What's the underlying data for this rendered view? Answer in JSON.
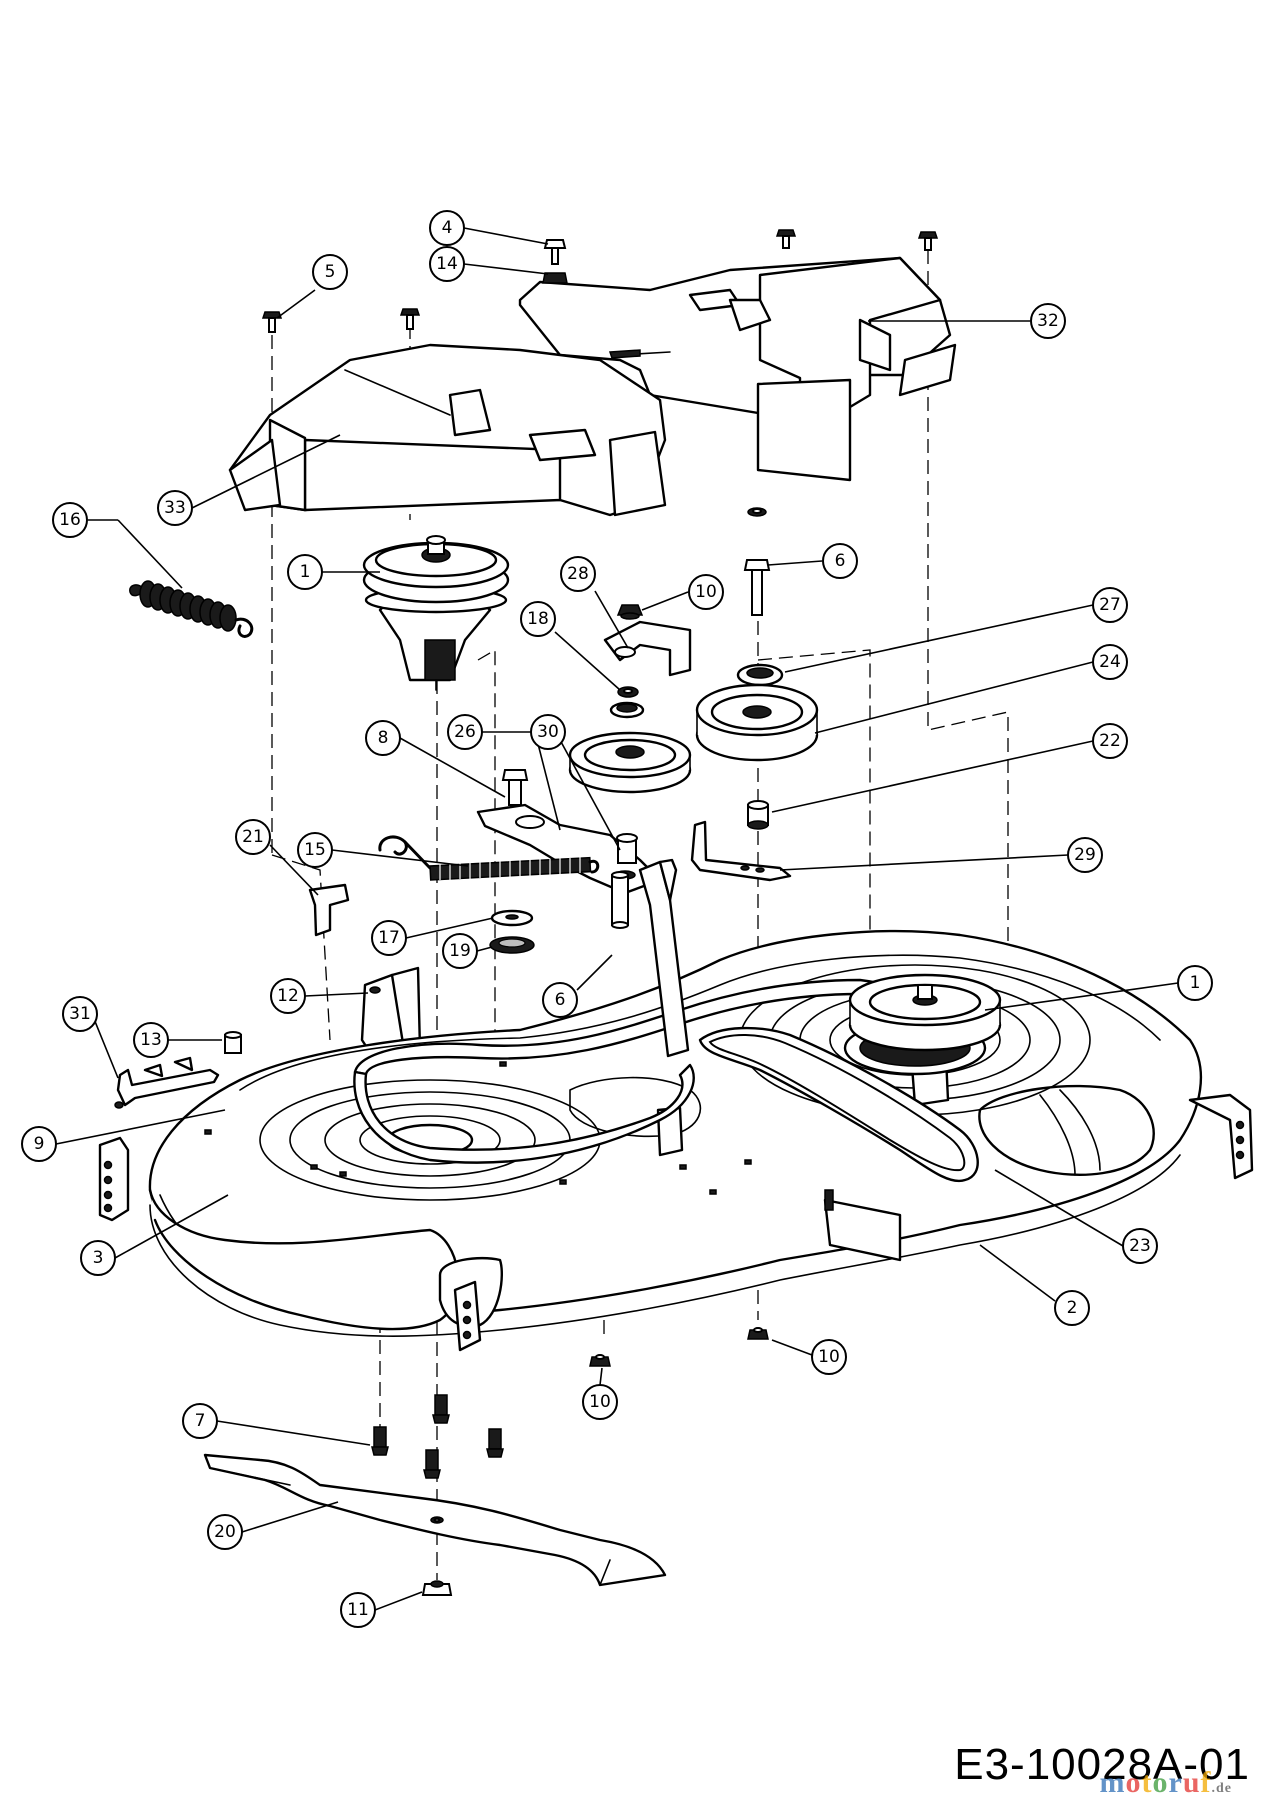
{
  "drawing_code": "E3-10028A-01",
  "watermark": {
    "text": "motoruf",
    "suffix": ".de",
    "colors": [
      "#2f6fb6",
      "#e3342f",
      "#f2a900",
      "#3a9a3a",
      "#2f6fb6",
      "#e3342f",
      "#f2a900"
    ]
  },
  "callouts": [
    {
      "id": "c5",
      "label": "5"
    },
    {
      "id": "c4",
      "label": "4"
    },
    {
      "id": "c14",
      "label": "14"
    },
    {
      "id": "c32",
      "label": "32"
    },
    {
      "id": "c33",
      "label": "33"
    },
    {
      "id": "c16",
      "label": "16"
    },
    {
      "id": "c1a",
      "label": "1"
    },
    {
      "id": "c28",
      "label": "28"
    },
    {
      "id": "c10a",
      "label": "10"
    },
    {
      "id": "c6a",
      "label": "6"
    },
    {
      "id": "c27",
      "label": "27"
    },
    {
      "id": "c18",
      "label": "18"
    },
    {
      "id": "c24",
      "label": "24"
    },
    {
      "id": "c8",
      "label": "8"
    },
    {
      "id": "c26",
      "label": "26"
    },
    {
      "id": "c30",
      "label": "30"
    },
    {
      "id": "c22",
      "label": "22"
    },
    {
      "id": "c21",
      "label": "21"
    },
    {
      "id": "c15",
      "label": "15"
    },
    {
      "id": "c29",
      "label": "29"
    },
    {
      "id": "c17",
      "label": "17"
    },
    {
      "id": "c19",
      "label": "19"
    },
    {
      "id": "c12",
      "label": "12"
    },
    {
      "id": "c6b",
      "label": "6"
    },
    {
      "id": "c1b",
      "label": "1"
    },
    {
      "id": "c31",
      "label": "31"
    },
    {
      "id": "c13",
      "label": "13"
    },
    {
      "id": "c9",
      "label": "9"
    },
    {
      "id": "c3",
      "label": "3"
    },
    {
      "id": "c23",
      "label": "23"
    },
    {
      "id": "c2",
      "label": "2"
    },
    {
      "id": "c10b",
      "label": "10"
    },
    {
      "id": "c10c",
      "label": "10"
    },
    {
      "id": "c7",
      "label": "7"
    },
    {
      "id": "c20",
      "label": "20"
    },
    {
      "id": "c11",
      "label": "11"
    }
  ]
}
